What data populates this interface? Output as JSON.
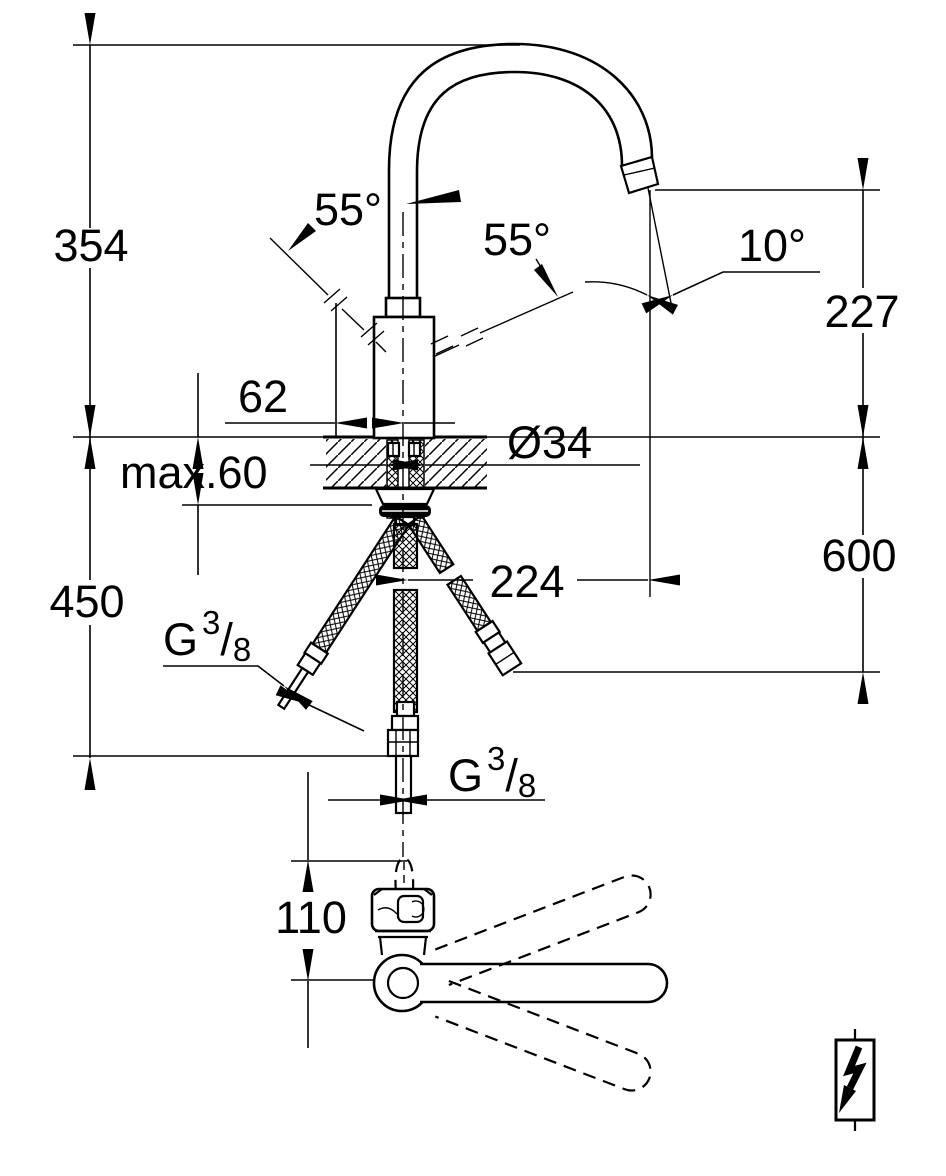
{
  "labels": {
    "d354": "354",
    "d450": "450",
    "dmax60": "max.60",
    "d62": "62",
    "d34": "Ø34",
    "d224": "224",
    "d227": "227",
    "d600": "600",
    "d110": "110",
    "a55l": "55°",
    "a55r": "55°",
    "a10": "10°",
    "g1_G": "G",
    "g1_num": "3",
    "g1_slash": "/",
    "g1_den": "8",
    "g2_G": "G",
    "g2_num": "3",
    "g2_slash": "/",
    "g2_den": "8"
  },
  "icons": {
    "bottom_right": "lightning-bolt-low-pressure-symbol"
  },
  "colors": {
    "ink": "#000000",
    "background": "#ffffff"
  }
}
